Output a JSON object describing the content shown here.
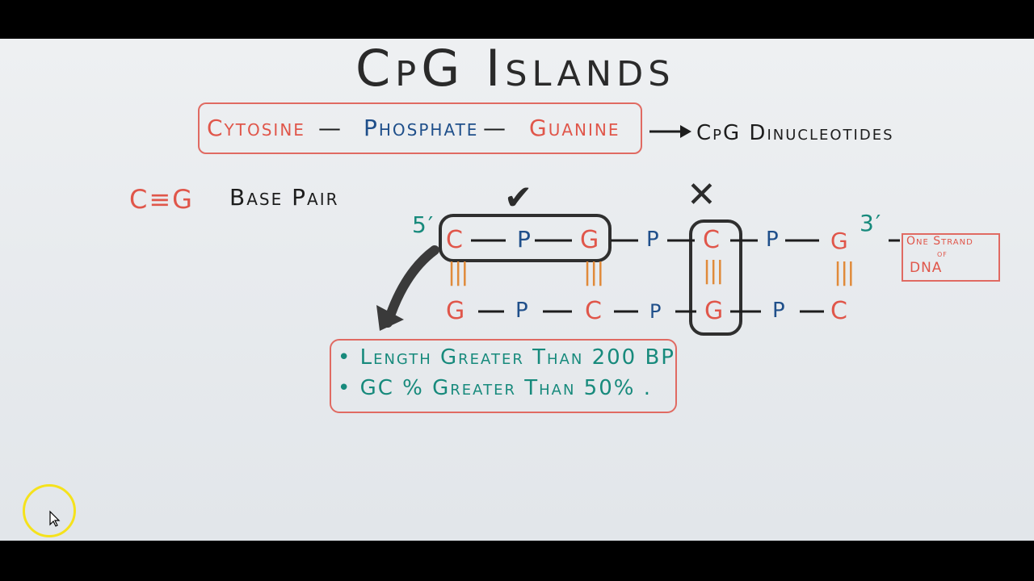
{
  "title": "CpG Islands",
  "definition": {
    "cytosine": "Cytosine",
    "dash1": "—",
    "phosphate": "Phosphate",
    "dash2": "—",
    "guanine": "Guanine",
    "result": "CpG Dinucleotides"
  },
  "base_pair": {
    "symbol": "C≡G",
    "label": "Base Pair"
  },
  "marks": {
    "check": "✔",
    "cross": "✕"
  },
  "strand": {
    "five_prime": "5′",
    "three_prime": "3′",
    "top": [
      "C",
      "P",
      "G",
      "P",
      "C",
      "P",
      "G"
    ],
    "bottom": [
      "G",
      "P",
      "C",
      "P",
      "G",
      "P",
      "C"
    ],
    "bond": "|||"
  },
  "strand_note": {
    "line1": "One Strand",
    "line2": "of",
    "line3": "DNA"
  },
  "criteria": {
    "line1": "• Length Greater Than 200 BP",
    "line2": "• GC % Greater Than 50% ."
  },
  "colors": {
    "cytosine": "#e0564a",
    "guanine": "#e0564a",
    "phosphate": "#1f4f8a",
    "prime_labels": "#178a7c",
    "criteria_text": "#178a7c",
    "bonds": "#e08a3a",
    "box_outline": "#e06a62",
    "cursor_ring": "#f5e21c"
  }
}
